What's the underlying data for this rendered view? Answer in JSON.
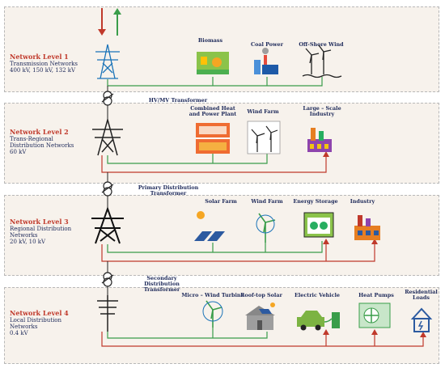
{
  "levels": [
    {
      "title": "Network Level 1",
      "desc": [
        "Transmission Networks",
        "400 kV, 150 kV, 132 kV"
      ]
    },
    {
      "title": "Network Level 2",
      "desc": [
        "Trans-Regional",
        "Distribution Networks",
        "60 kV"
      ]
    },
    {
      "title": "Network Level 3",
      "desc": [
        "Regional Distribution",
        "Networks",
        "20 kV, 10 kV"
      ]
    },
    {
      "title": "Network Level 4",
      "desc": [
        "Local Distribution",
        "Networks",
        "0.4 kV"
      ]
    }
  ],
  "transformers": [
    "HV/MV Transformer",
    "Primary Distribution Transformer",
    "Secondary Distribution Transformer"
  ],
  "level1_items": [
    "Biomass",
    "Coal Power",
    "Off-Shore Wind"
  ],
  "level2_items": [
    "Combined Heat and Power Plant",
    "Wind Farm",
    "Large – Scale Industry"
  ],
  "level3_items": [
    "Solar Farm",
    "Wind Farm",
    "Energy Storage",
    "Industry"
  ],
  "level4_items": [
    "Micro – Wind Turbine",
    "Roof-top Solar",
    "Electric Vehicle",
    "Heat Pumps",
    "Residential Loads"
  ],
  "colors": {
    "generation": "#3a9d4a",
    "consumption": "#c0392b",
    "title": "#c0392b",
    "text": "#1e2a5a"
  }
}
